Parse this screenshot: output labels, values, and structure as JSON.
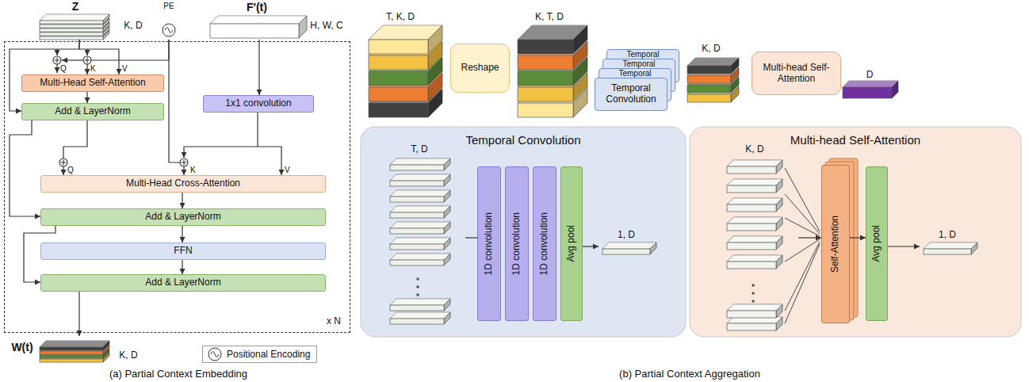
{
  "diagram": {
    "nodes": [
      {
        "text": [
          "Z",
          "K, D"
        ]
      },
      {
        "text": [
          "PE"
        ]
      },
      {
        "text": [
          "F′(t)",
          "H, W, C"
        ]
      },
      {
        "text": [
          "x N"
        ]
      },
      {
        "text": [
          "Multi-Head Self-Attention"
        ],
        "in": 3
      },
      {
        "text": [
          "Add & LayerNorm"
        ],
        "in": 3
      },
      {
        "text": [
          "1x1 convolution"
        ],
        "in": 3
      },
      {
        "text": [
          "Multi-Head Cross-Attention"
        ],
        "in": 3
      },
      {
        "text": [
          "Add & LayerNorm"
        ],
        "in": 3
      },
      {
        "text": [
          "FFN"
        ],
        "in": 3
      },
      {
        "text": [
          "Add & LayerNorm"
        ],
        "in": 3
      },
      {
        "text": [
          "W(t)",
          "K, D"
        ]
      },
      {
        "text": [
          "T, K, D"
        ]
      },
      {
        "text": [
          "Reshape"
        ]
      },
      {
        "text": [
          "K, T, D"
        ]
      },
      {
        "text": [
          "Temporal",
          "Temporal",
          "Temporal",
          "Temporal Convolution"
        ]
      },
      {
        "text": [
          "K, D"
        ]
      },
      {
        "text": [
          "Multi-head Self-Attention"
        ]
      },
      {
        "text": [
          "D"
        ]
      },
      {
        "text": [
          "Temporal Convolution"
        ]
      },
      {
        "text": [
          "T, D"
        ],
        "in": 19
      },
      {
        "text": [
          "1D convolution"
        ],
        "in": 19
      },
      {
        "text": [
          "1D convolution"
        ],
        "in": 19
      },
      {
        "text": [
          "1D convolution"
        ],
        "in": 19
      },
      {
        "text": [
          "Avg pool"
        ],
        "in": 19
      },
      {
        "text": [
          "1, D"
        ],
        "in": 19
      },
      {
        "text": [
          "Multi-head Self-Attention"
        ]
      },
      {
        "text": [
          "K, D"
        ],
        "in": 26
      },
      {
        "text": [
          "Self-Attention"
        ],
        "in": 26
      },
      {
        "text": [
          "Avg pool"
        ],
        "in": 26
      },
      {
        "text": [
          "1, D"
        ],
        "in": 26
      }
    ],
    "edges": [
      {
        "from": 0,
        "to": 4,
        "arrow": "to"
      },
      {
        "from": 0,
        "to": 5,
        "arrow": "to"
      },
      {
        "from": 1,
        "to": 4,
        "arrow": "to"
      },
      {
        "from": 1,
        "to": 7,
        "arrow": "to"
      },
      {
        "from": 4,
        "to": 5,
        "arrow": "to"
      },
      {
        "from": 5,
        "to": 7,
        "arrow": "to"
      },
      {
        "from": 5,
        "to": 8,
        "arrow": "to"
      },
      {
        "from": 2,
        "to": 6,
        "arrow": "to"
      },
      {
        "from": 6,
        "to": 7,
        "arrow": "to"
      },
      {
        "from": 7,
        "to": 8,
        "arrow": "to"
      },
      {
        "from": 8,
        "to": 9,
        "arrow": "to"
      },
      {
        "from": 8,
        "to": 10,
        "arrow": "to"
      },
      {
        "from": 9,
        "to": 10,
        "arrow": "to"
      },
      {
        "from": 10,
        "to": 11,
        "arrow": "to"
      },
      {
        "from": 20,
        "to": 21,
        "arrow": "none"
      },
      {
        "from": 24,
        "to": 25,
        "arrow": "to"
      },
      {
        "from": 27,
        "to": 28,
        "arrow": "to"
      },
      {
        "from": 28,
        "to": 29,
        "arrow": "to"
      },
      {
        "from": 29,
        "to": 30,
        "arrow": "to"
      }
    ],
    "labels": [
      "Q",
      "K",
      "V",
      "Q",
      "K",
      "V",
      "(a) Partial Context Embedding",
      "(b) Partial Context Aggregation"
    ],
    "legend": [
      {
        "text": "Positional Encoding"
      }
    ]
  }
}
